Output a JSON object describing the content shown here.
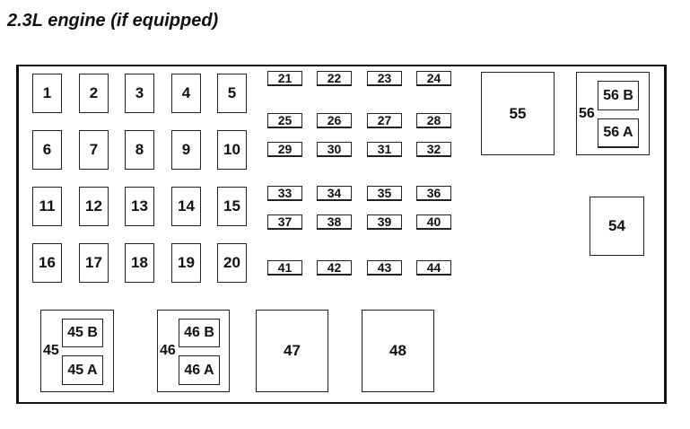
{
  "title": "2.3L engine (if equipped)",
  "fuses_large": [
    "1",
    "2",
    "3",
    "4",
    "5",
    "6",
    "7",
    "8",
    "9",
    "10",
    "11",
    "12",
    "13",
    "14",
    "15",
    "16",
    "17",
    "18",
    "19",
    "20"
  ],
  "fuses_small": [
    "21",
    "22",
    "23",
    "24",
    "25",
    "26",
    "27",
    "28",
    "29",
    "30",
    "31",
    "32",
    "33",
    "34",
    "35",
    "36",
    "37",
    "38",
    "39",
    "40",
    "41",
    "42",
    "43",
    "44"
  ],
  "relays": {
    "r45": {
      "label": "45",
      "a": "45 A",
      "b": "45 B"
    },
    "r46": {
      "label": "46",
      "a": "46 A",
      "b": "46 B"
    },
    "r47": "47",
    "r48": "48",
    "r54": "54",
    "r55": "55",
    "r56": {
      "label": "56",
      "a": "56 A",
      "b": "56 B"
    }
  }
}
